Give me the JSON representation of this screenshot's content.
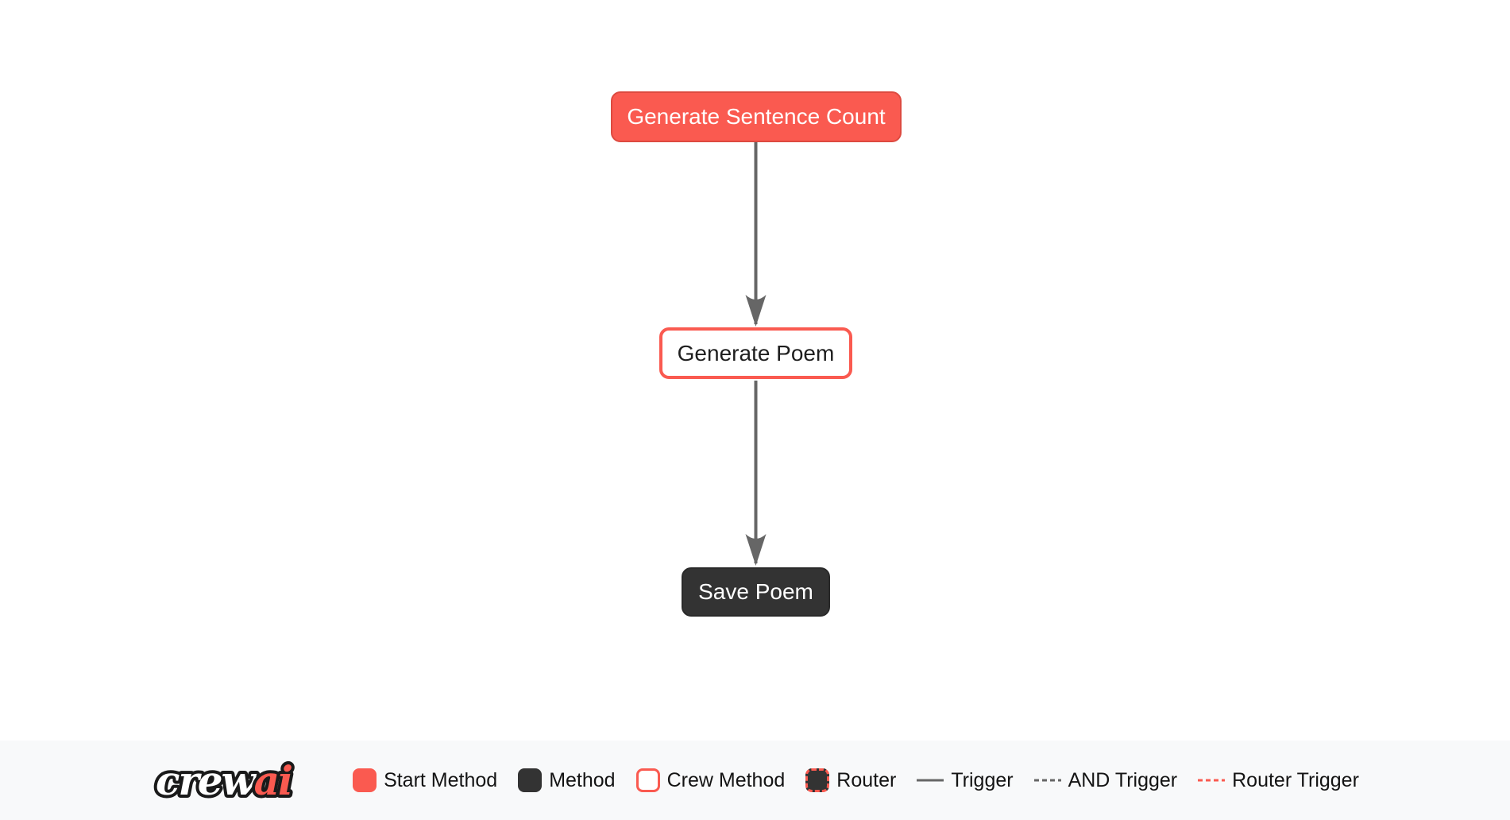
{
  "flow": {
    "nodes": [
      {
        "id": "generate_sentence_count",
        "label": "Generate Sentence Count",
        "type": "start-method"
      },
      {
        "id": "generate_poem",
        "label": "Generate Poem",
        "type": "crew-method"
      },
      {
        "id": "save_poem",
        "label": "Save Poem",
        "type": "method"
      }
    ],
    "edges": [
      {
        "from": "generate_sentence_count",
        "to": "generate_poem",
        "type": "trigger"
      },
      {
        "from": "generate_poem",
        "to": "save_poem",
        "type": "trigger"
      }
    ]
  },
  "logo": {
    "part1": "crew",
    "part2": "ai"
  },
  "legend": {
    "items": [
      {
        "label": "Start Method",
        "swatch": "start-square"
      },
      {
        "label": "Method",
        "swatch": "method-square"
      },
      {
        "label": "Crew Method",
        "swatch": "crew-square"
      },
      {
        "label": "Router",
        "swatch": "router-square"
      },
      {
        "label": "Trigger",
        "swatch": "solid-gray-line"
      },
      {
        "label": "AND Trigger",
        "swatch": "dashed-gray-line"
      },
      {
        "label": "Router Trigger",
        "swatch": "dashed-red-line"
      }
    ]
  },
  "colors": {
    "canvas_bg": "#FFFFFF",
    "legend_bg": "#F8F9FA",
    "start_method": "#FA5A50",
    "start_method_border": "#DD4A40",
    "method": "#333333",
    "crew_border": "#FA5A50",
    "edge": "#666666",
    "label_dark": "#141414",
    "label_light": "#FFFFFF"
  }
}
